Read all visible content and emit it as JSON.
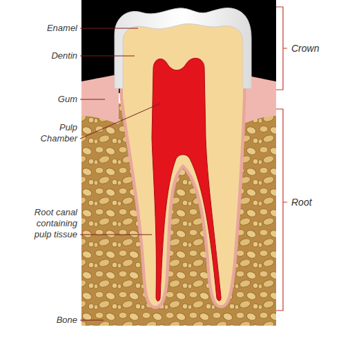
{
  "diagram": {
    "labels": [
      "Enamel",
      "Dentin",
      "Gum",
      "Pulp Chamber",
      "Root canal containing pulp tissue",
      "Bone",
      "Crown",
      "Root"
    ]
  }
}
